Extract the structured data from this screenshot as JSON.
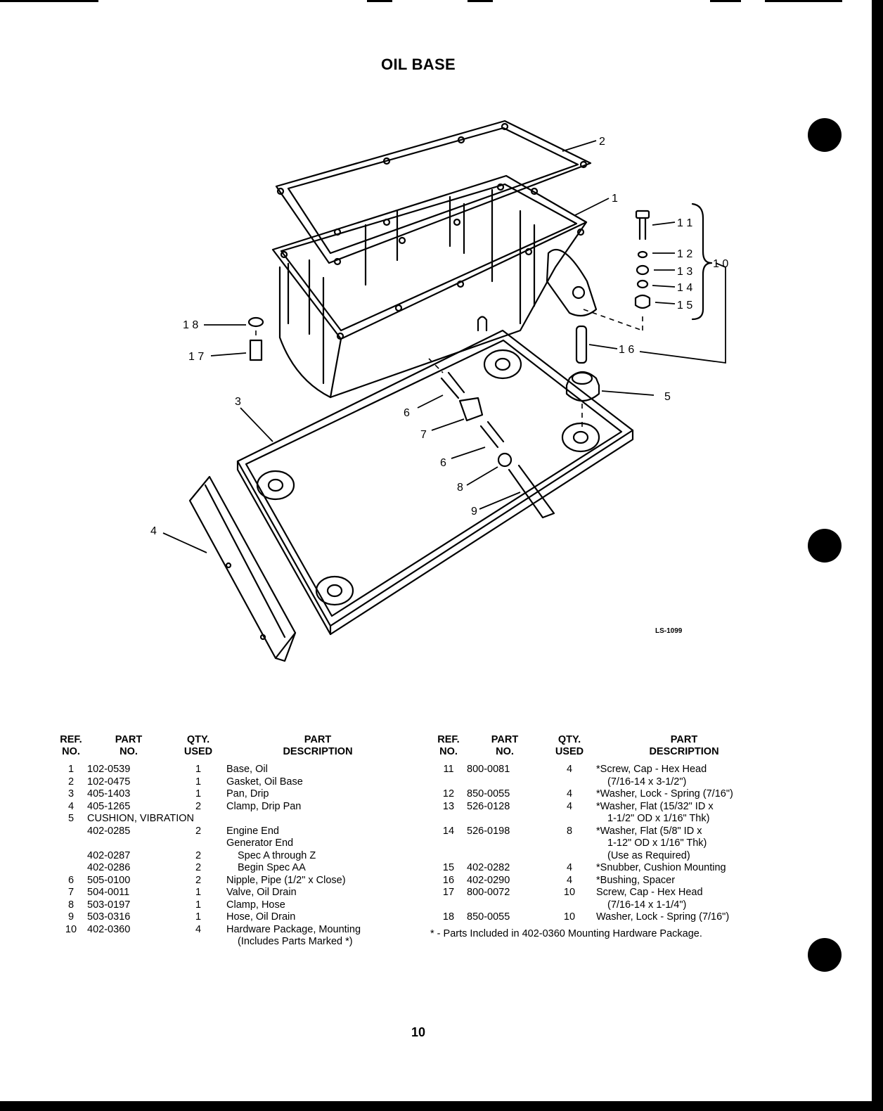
{
  "title": "OIL BASE",
  "figure_code": "LS-1099",
  "callouts": [
    "1",
    "2",
    "3",
    "4",
    "5",
    "6",
    "6",
    "7",
    "8",
    "9",
    "10",
    "11",
    "12",
    "13",
    "14",
    "15",
    "16",
    "17",
    "18"
  ],
  "headers": {
    "ref_1": "REF.",
    "ref_2": "NO.",
    "part_1": "PART",
    "part_2": "NO.",
    "qty_1": "QTY.",
    "qty_2": "USED",
    "desc_1": "PART",
    "desc_2": "DESCRIPTION"
  },
  "left_rows": [
    {
      "ref": "1",
      "part": "102-0539",
      "qty": "1",
      "desc": "Base, Oil"
    },
    {
      "ref": "2",
      "part": "102-0475",
      "qty": "1",
      "desc": "Gasket, Oil Base"
    },
    {
      "ref": "3",
      "part": "405-1403",
      "qty": "1",
      "desc": "Pan, Drip"
    },
    {
      "ref": "4",
      "part": "405-1265",
      "qty": "2",
      "desc": "Clamp, Drip Pan"
    },
    {
      "ref": "5",
      "span": "CUSHION, VIBRATION"
    },
    {
      "ref": "",
      "part": "402-0285",
      "qty": "2",
      "desc": "Engine End"
    },
    {
      "ref": "",
      "part": "",
      "qty": "",
      "desc": "Generator End"
    },
    {
      "ref": "",
      "part": "402-0287",
      "qty": "2",
      "desc": "Spec A through Z",
      "indent": true
    },
    {
      "ref": "",
      "part": "402-0286",
      "qty": "2",
      "desc": "Begin Spec AA",
      "indent": true
    },
    {
      "ref": "6",
      "part": "505-0100",
      "qty": "2",
      "desc": "Nipple, Pipe (1/2\" x Close)"
    },
    {
      "ref": "7",
      "part": "504-0011",
      "qty": "1",
      "desc": "Valve, Oil Drain"
    },
    {
      "ref": "8",
      "part": "503-0197",
      "qty": "1",
      "desc": "Clamp, Hose"
    },
    {
      "ref": "9",
      "part": "503-0316",
      "qty": "1",
      "desc": "Hose, Oil Drain"
    },
    {
      "ref": "10",
      "part": "402-0360",
      "qty": "4",
      "desc": "Hardware Package, Mounting"
    },
    {
      "ref": "",
      "part": "",
      "qty": "",
      "desc": "(Includes Parts Marked *)",
      "indent": true
    }
  ],
  "right_rows": [
    {
      "ref": "11",
      "part": "800-0081",
      "qty": "4",
      "desc": "*Screw, Cap - Hex Head"
    },
    {
      "ref": "",
      "part": "",
      "qty": "",
      "desc": "(7/16-14 x 3-1/2\")",
      "indent": true
    },
    {
      "ref": "12",
      "part": "850-0055",
      "qty": "4",
      "desc": "*Washer, Lock - Spring (7/16\")"
    },
    {
      "ref": "13",
      "part": "526-0128",
      "qty": "4",
      "desc": "*Washer, Flat (15/32\" ID x"
    },
    {
      "ref": "",
      "part": "",
      "qty": "",
      "desc": "1-1/2\" OD x 1/16\" Thk)",
      "indent": true
    },
    {
      "ref": "14",
      "part": "526-0198",
      "qty": "8",
      "desc": "*Washer, Flat (5/8\" ID x"
    },
    {
      "ref": "",
      "part": "",
      "qty": "",
      "desc": "1-12\" OD x 1/16\" Thk)",
      "indent": true
    },
    {
      "ref": "",
      "part": "",
      "qty": "",
      "desc": "(Use as Required)",
      "indent": true
    },
    {
      "ref": "15",
      "part": "402-0282",
      "qty": "4",
      "desc": "*Snubber, Cushion Mounting"
    },
    {
      "ref": "16",
      "part": "402-0290",
      "qty": "4",
      "desc": "*Bushing, Spacer"
    },
    {
      "ref": "17",
      "part": "800-0072",
      "qty": "10",
      "desc": "Screw, Cap - Hex Head"
    },
    {
      "ref": "",
      "part": "",
      "qty": "",
      "desc": "(7/16-14 x 1-1/4\")",
      "indent": true
    },
    {
      "ref": "18",
      "part": "850-0055",
      "qty": "10",
      "desc": "Washer, Lock - Spring (7/16\")"
    }
  ],
  "note": "* - Parts Included in 402-0360 Mounting Hardware Package.",
  "page_number": "10"
}
